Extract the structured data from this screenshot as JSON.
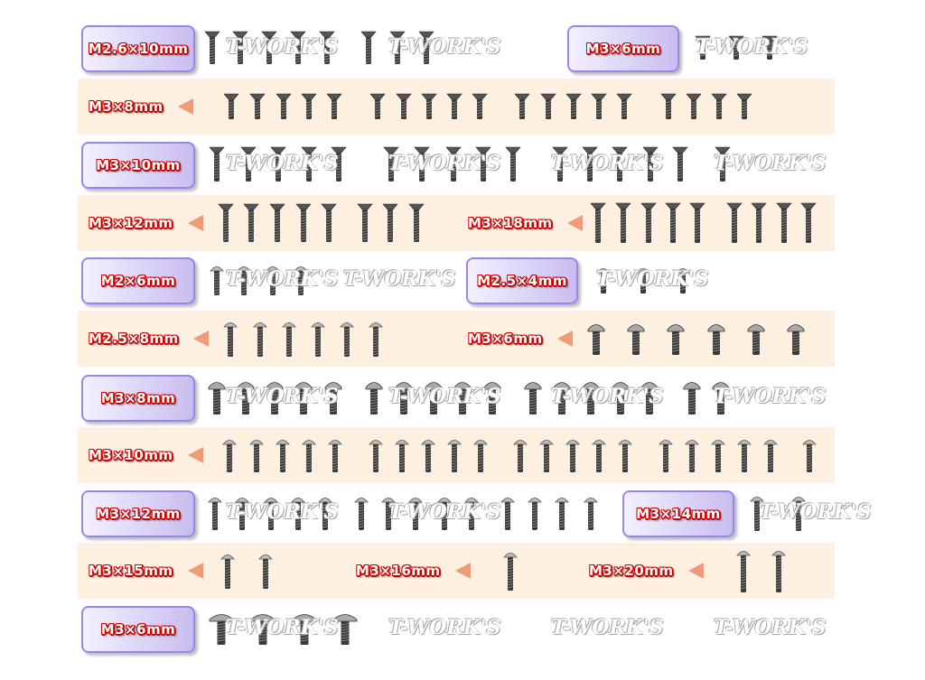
{
  "watermark": "T-WORK'S",
  "colors": {
    "band": "#fdf0e0",
    "tag_border": "#9a86e8",
    "label_outline": "#cc0000",
    "arrow": "#ef9a78"
  },
  "rows": [
    {
      "groups": [
        {
          "label": "M2.6×10mm",
          "style": "tag",
          "screw_type": "flat",
          "count": 8,
          "screw_x": [
            235,
            266,
            298,
            330,
            362,
            408,
            440,
            472
          ],
          "length": 38
        },
        {
          "label": "M3×6mm",
          "style": "tag",
          "screw_type": "flat",
          "count": 3,
          "screw_x": [
            778,
            815,
            852
          ],
          "length": 28
        }
      ]
    },
    {
      "band": true,
      "groups": [
        {
          "label": "M3×8mm",
          "style": "arrow",
          "screw_type": "flat",
          "count": 19,
          "screw_x": [
            256,
            285,
            314,
            342,
            370,
            418,
            447,
            475,
            503,
            531,
            578,
            607,
            635,
            663,
            691,
            740,
            768,
            796,
            824
          ],
          "length": 30
        }
      ]
    },
    {
      "groups": [
        {
          "label": "M3×10mm",
          "style": "tag",
          "screw_type": "flat",
          "count": 16,
          "screw_x": [
            240,
            275,
            308,
            342,
            375,
            433,
            467,
            502,
            535,
            568,
            620,
            653,
            686,
            720,
            753,
            800
          ],
          "length": 40
        }
      ]
    },
    {
      "band": true,
      "groups": [
        {
          "label": "M3×12mm",
          "style": "arrow",
          "screw_type": "flat",
          "count": 8,
          "screw_x": [
            250,
            278,
            307,
            336,
            364,
            404,
            432,
            461
          ],
          "length": 44
        },
        {
          "label": "M3×18mm",
          "style": "arrow",
          "screw_type": "flat",
          "count": 9,
          "screw_x": [
            662,
            690,
            718,
            745,
            772,
            813,
            840,
            868,
            895
          ],
          "length": 46
        }
      ]
    },
    {
      "groups": [
        {
          "label": "M2×6mm",
          "style": "tag",
          "screw_type": "button",
          "count": 4,
          "screw_x": [
            240,
            270,
            302,
            333
          ],
          "length": 36
        },
        {
          "label": "M2.5×4mm",
          "style": "tag",
          "screw_type": "button",
          "count": 3,
          "screw_x": [
            668,
            712,
            756
          ],
          "length": 32
        }
      ]
    },
    {
      "band": true,
      "groups": [
        {
          "label": "M2.5×8mm",
          "style": "arrow",
          "screw_type": "button",
          "count": 6,
          "screw_x": [
            255,
            288,
            320,
            352,
            384,
            416
          ],
          "length": 42
        },
        {
          "label": "M3×6mm",
          "style": "arrow",
          "screw_type": "flange",
          "count": 6,
          "screw_x": [
            660,
            704,
            748,
            793,
            837,
            881
          ],
          "length": 38
        }
      ]
    },
    {
      "groups": [
        {
          "label": "M3×8mm",
          "style": "tag",
          "screw_type": "flange",
          "count": 17,
          "screw_x": [
            240,
            272,
            304,
            336,
            369,
            414,
            447,
            480,
            512,
            545,
            590,
            622,
            654,
            687,
            719,
            766,
            798
          ],
          "length": 40
        }
      ]
    },
    {
      "band": true,
      "groups": [
        {
          "label": "M3×10mm",
          "style": "arrow",
          "screw_type": "button",
          "count": 21,
          "screw_x": [
            254,
            284,
            313,
            342,
            371,
            416,
            445,
            474,
            503,
            532,
            576,
            605,
            634,
            663,
            692,
            737,
            766,
            795,
            824,
            853,
            896
          ],
          "length": 40
        }
      ]
    },
    {
      "groups": [
        {
          "label": "M3×12mm",
          "style": "tag",
          "screw_type": "button",
          "count": 14,
          "screw_x": [
            238,
            268,
            300,
            330,
            360,
            400,
            430,
            460,
            492,
            522,
            562,
            592,
            622,
            654
          ],
          "length": 40
        },
        {
          "label": "M3×14mm",
          "style": "tag",
          "screw_type": "button",
          "count": 2,
          "screw_x": [
            838,
            884
          ],
          "length": 42
        }
      ]
    },
    {
      "band": true,
      "groups": [
        {
          "label": "M3×15mm",
          "style": "arrow",
          "screw_type": "button",
          "count": 2,
          "screw_x": [
            252,
            294
          ],
          "length": 42
        },
        {
          "label": "M3×16mm",
          "style": "arrow",
          "screw_type": "button",
          "count": 1,
          "screw_x": [
            565
          ],
          "length": 46
        },
        {
          "label": "M3×20mm",
          "style": "arrow",
          "screw_type": "button",
          "count": 2,
          "screw_x": [
            823,
            862
          ],
          "length": 50
        }
      ]
    },
    {
      "groups": [
        {
          "label": "M3×6mm",
          "style": "tag",
          "screw_type": "flange-wide",
          "count": 4,
          "screw_x": [
            245,
            291,
            337,
            382
          ],
          "length": 38
        }
      ]
    }
  ]
}
